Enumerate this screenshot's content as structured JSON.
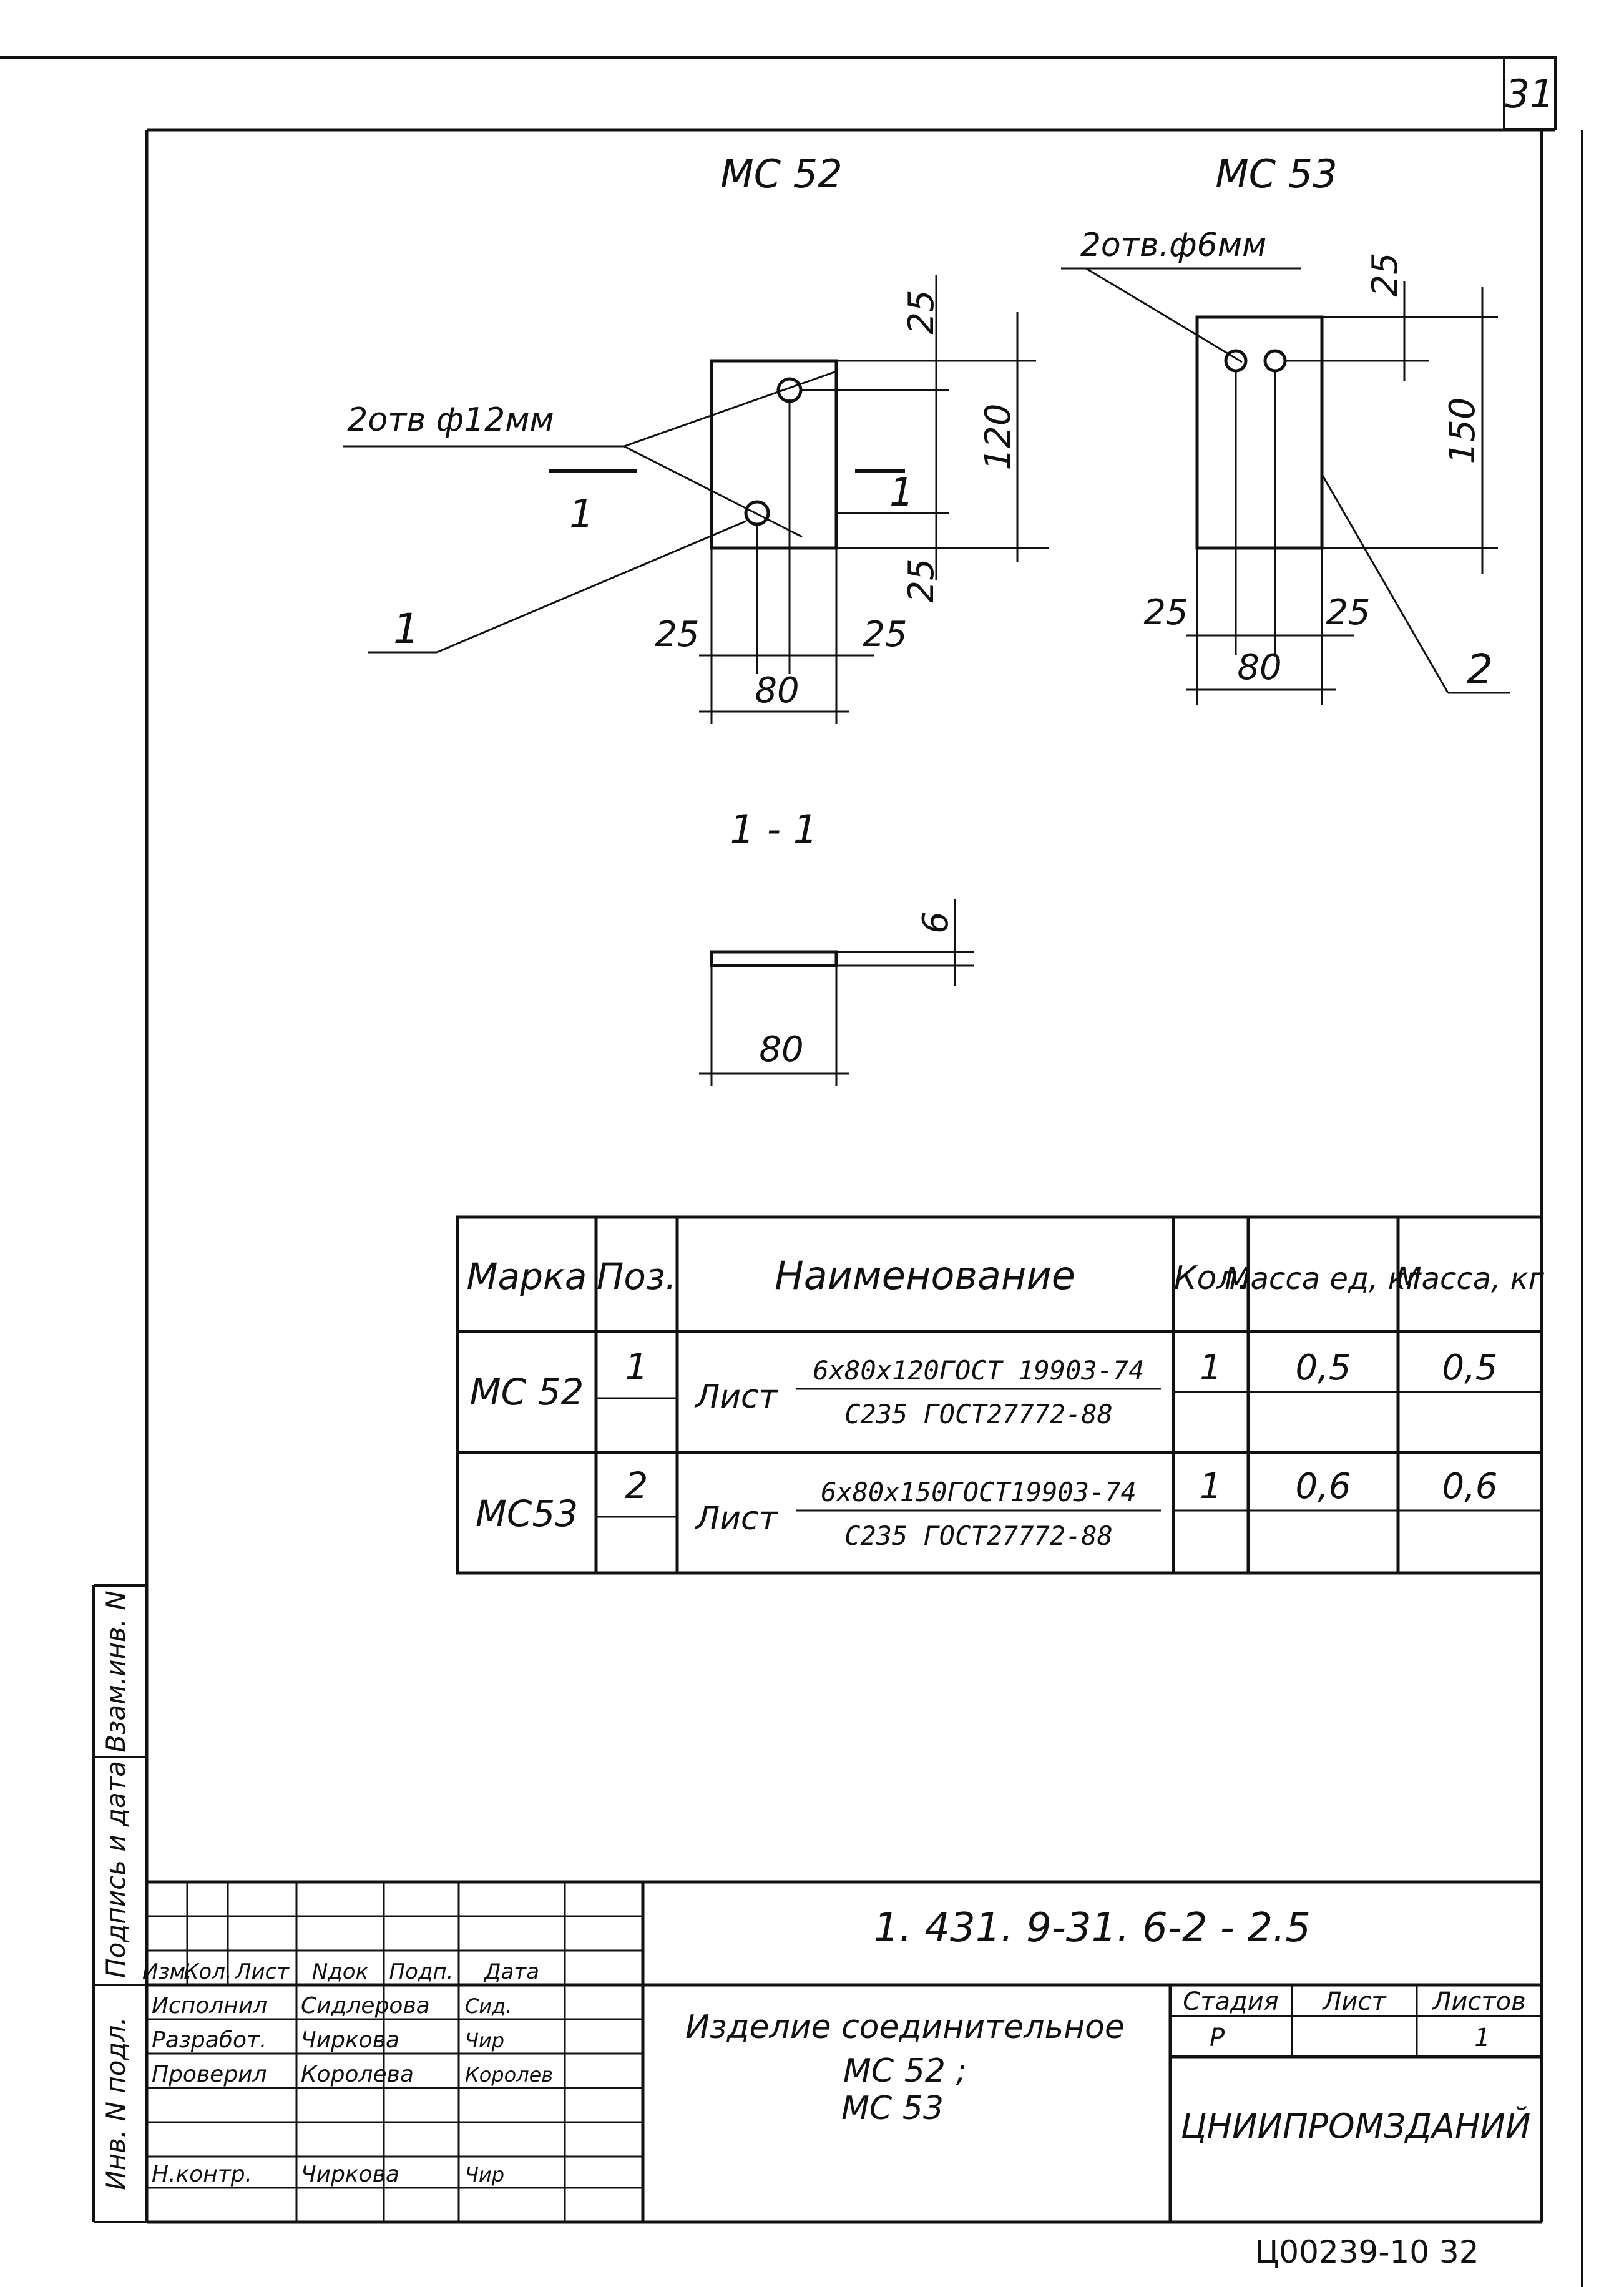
{
  "sheet": {
    "page_number": "31",
    "bottom_code": "Ц00239-10 32"
  },
  "drawing": {
    "mc52": {
      "title": "МС 52",
      "holes_note": "2отв ф12мм",
      "pos_label": "1",
      "section_mark": "1",
      "dim_edge_top": "25",
      "dim_height": "120",
      "dim_edge_bottom": "25",
      "dim_side_left": "25",
      "dim_side_right": "25",
      "dim_width": "80"
    },
    "mc53": {
      "title": "МС 53",
      "holes_note": "2отв.ф6мм",
      "pos_label": "2",
      "dim_edge_top": "25",
      "dim_height": "150",
      "dim_side_left": "25",
      "dim_side_right": "25",
      "dim_width": "80"
    },
    "section": {
      "title": "1 - 1",
      "dim_thickness": "6",
      "dim_width": "80"
    }
  },
  "spec_table": {
    "headers": [
      "Марка",
      "Поз.",
      "Наименование",
      "Кол.",
      "Масса ед, кг",
      "Масса, кг"
    ],
    "rows": [
      {
        "mark": "МС 52",
        "pos": "1",
        "name_prefix": "Лист",
        "name_top": "6x80x120ГОСТ 19903-74",
        "name_bottom": "С235 ГОСТ27772-88",
        "qty": "1",
        "mass_unit": "0,5",
        "mass_total": "0,5"
      },
      {
        "mark": "МС53",
        "pos": "2",
        "name_prefix": "Лист",
        "name_top": "6x80x150ГОСТ19903-74",
        "name_bottom": "С235 ГОСТ27772-88",
        "qty": "1",
        "mass_unit": "0,6",
        "mass_total": "0,6"
      }
    ]
  },
  "side_strip": {
    "labels": [
      "Инв. N подл.",
      "Подпись и дата",
      "Взам.инв. N"
    ]
  },
  "title_block": {
    "doc_code": "1. 431. 9-31. 6-2 - 2.5",
    "col_headers": [
      "Изм.",
      "Кол.",
      "Лист",
      "Nдок",
      "Подп.",
      "Дата"
    ],
    "roles": [
      {
        "role": "Исполнил",
        "name": "Сидлерова",
        "sign": "Сид."
      },
      {
        "role": "Разработ.",
        "name": "Чиркова",
        "sign": "Чир"
      },
      {
        "role": "Проверил",
        "name": "Королева",
        "sign": "Королев"
      },
      {
        "role": "",
        "name": "",
        "sign": ""
      },
      {
        "role": "Н.контр.",
        "name": "Чиркова",
        "sign": "Чир"
      }
    ],
    "product_name_line1": "Изделие соединительное",
    "product_name_line2": "МС 52 ;",
    "product_name_line3": "МС 53",
    "stage_label": "Стадия",
    "sheet_label": "Лист",
    "sheets_label": "Листов",
    "stage_value": "Р",
    "sheet_value": "",
    "sheets_value": "1",
    "organization": "ЦНИИПРОМЗДАНИЙ"
  }
}
